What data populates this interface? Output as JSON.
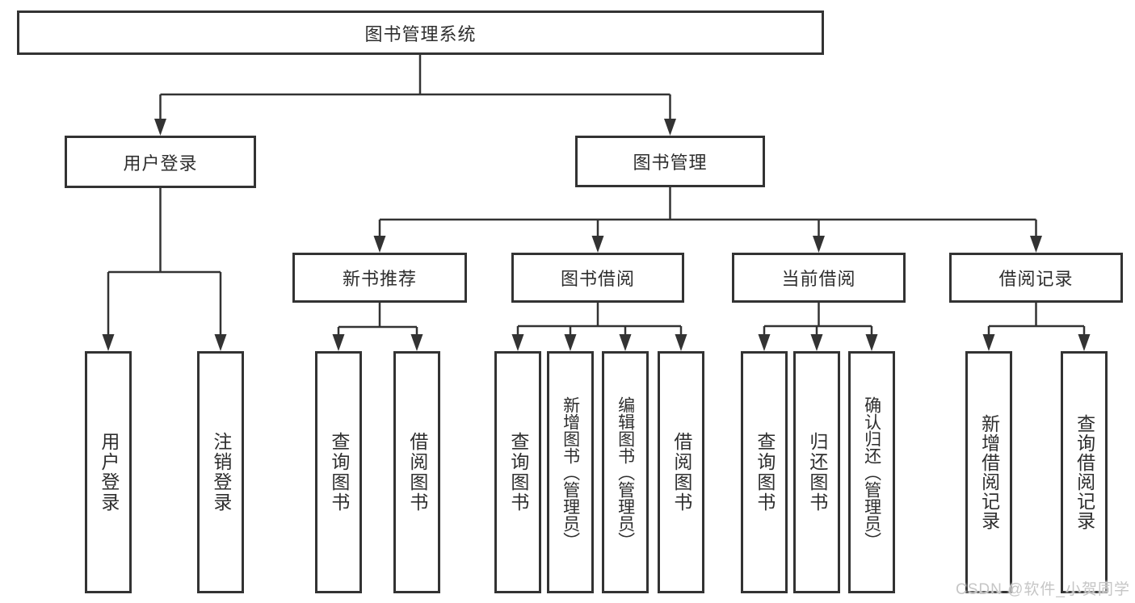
{
  "diagram": {
    "title": "图书管理系统",
    "root": {
      "label": "图书管理系统"
    },
    "level2": [
      {
        "label": "用户登录"
      },
      {
        "label": "图书管理"
      }
    ],
    "level3": [
      {
        "label": "新书推荐"
      },
      {
        "label": "图书借阅"
      },
      {
        "label": "当前借阅"
      },
      {
        "label": "借阅记录"
      }
    ],
    "leaves": {
      "user_login": [
        "用户登录",
        "注销登录"
      ],
      "new_books": [
        "查询图书",
        "借阅图书"
      ],
      "borrow": [
        "查询图书",
        "新增图书（管理员）",
        "编辑图书（管理员）",
        "借阅图书"
      ],
      "current": [
        "查询图书",
        "归还图书",
        "确认归还（管理员）"
      ],
      "records": [
        "新增借阅记录",
        "查询借阅记录"
      ]
    }
  },
  "watermark": "CSDN @软件_小贺同学",
  "colors": {
    "line": "#333333",
    "border": "#333333",
    "text": "#2e2e2e",
    "watermark": "#c6c6c6",
    "background": "#ffffff"
  }
}
